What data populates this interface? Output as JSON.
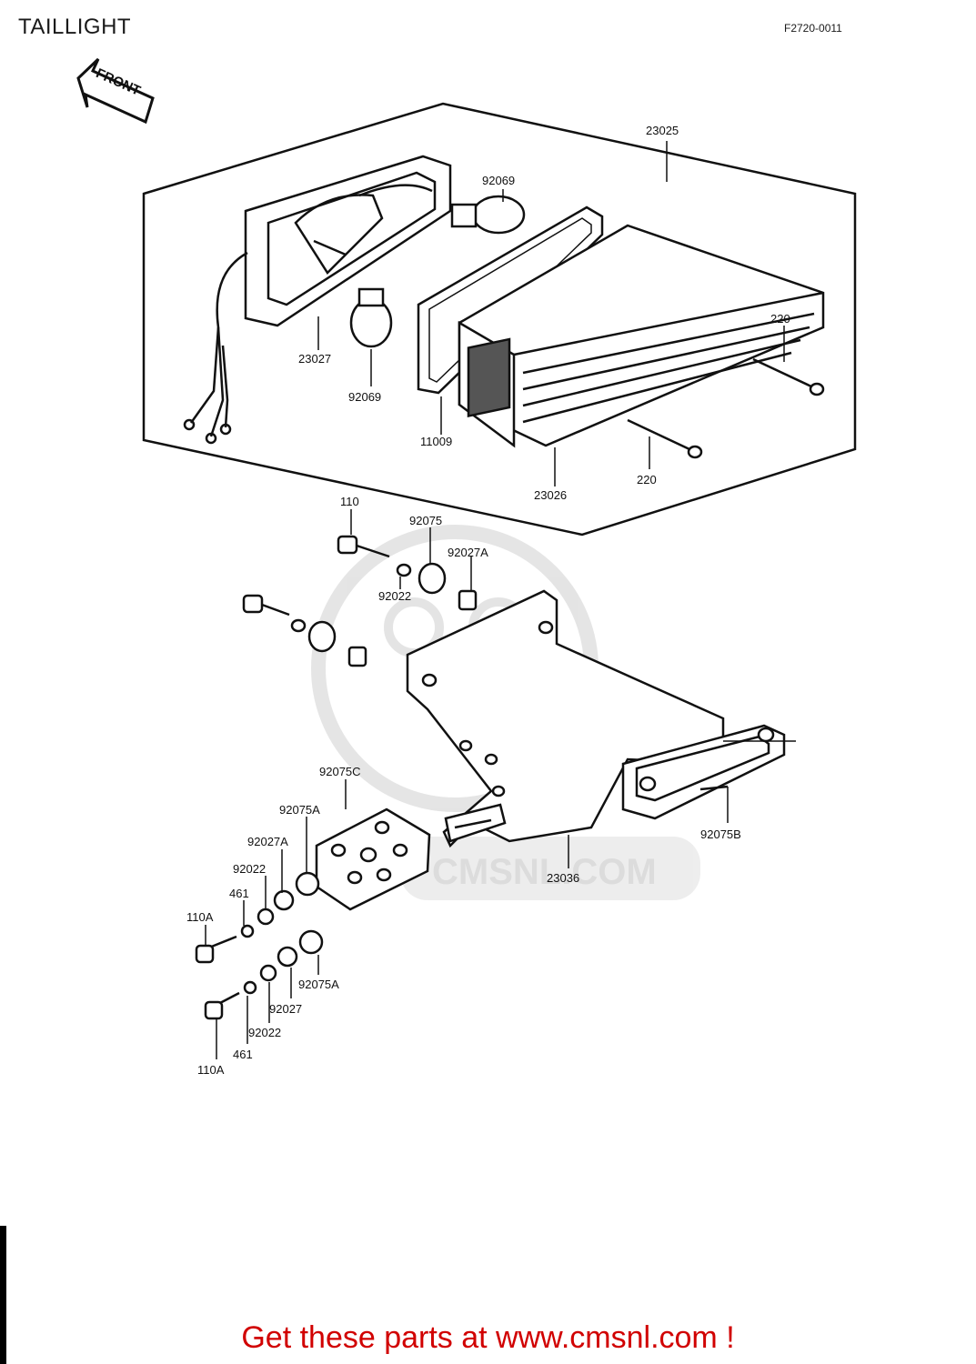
{
  "header": {
    "title": "TAILLIGHT",
    "figure_code": "F2720-0011"
  },
  "arrow": {
    "label": "FRONT"
  },
  "watermark": {
    "text": "CMSNL.COM"
  },
  "labels": {
    "l23025": "23025",
    "l92069a": "92069",
    "l92069b": "92069",
    "l23027": "23027",
    "l11009": "11009",
    "l23026": "23026",
    "l220a": "220",
    "l220b": "220",
    "l110": "110",
    "l92075": "92075",
    "l92027a": "92027A",
    "l92022a": "92022",
    "l92075c": "92075C",
    "l92075a1": "92075A",
    "l92027a2": "92027A",
    "l92022b": "92022",
    "l461a": "461",
    "l110a1": "110A",
    "l92075a2": "92075A",
    "l92027": "92027",
    "l92022c": "92022",
    "l461b": "461",
    "l110a2": "110A",
    "l23036": "23036",
    "l92075b": "92075B"
  },
  "footer": {
    "text": "Get these parts at www.cmsnl.com !"
  }
}
